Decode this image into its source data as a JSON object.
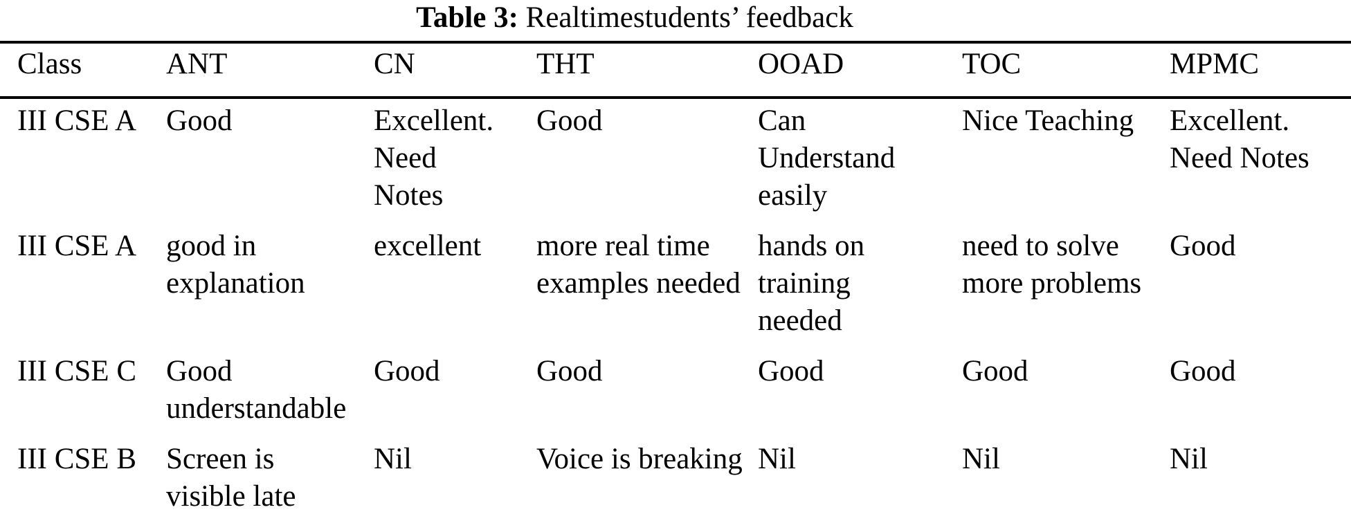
{
  "colors": {
    "text": "#000000",
    "background": "#ffffff",
    "rule": "#000000"
  },
  "caption": {
    "label": "Table 3:",
    "text": " Realtimestudents’ feedback"
  },
  "table": {
    "columns": [
      "Class",
      "ANT",
      "CN",
      "THT",
      "OOAD",
      "TOC",
      "MPMC"
    ],
    "rows": [
      [
        "III CSE A",
        "Good",
        "Excellent.\nNeed\nNotes",
        "Good",
        "Can\nUnderstand\neasily",
        "Nice Teaching",
        "Excellent.\nNeed Notes"
      ],
      [
        "III CSE A",
        "good in\nexplanation",
        "excellent",
        "more real time\nexamples needed",
        "hands on\ntraining\nneeded",
        "need to solve\nmore problems",
        "Good"
      ],
      [
        "III CSE C",
        "Good\nunderstandable",
        "Good",
        "Good",
        "Good",
        "Good",
        "Good"
      ],
      [
        "III CSE B",
        "Screen is\nvisible late",
        "Nil",
        "Voice is breaking",
        "Nil",
        "Nil",
        "Nil"
      ]
    ]
  }
}
